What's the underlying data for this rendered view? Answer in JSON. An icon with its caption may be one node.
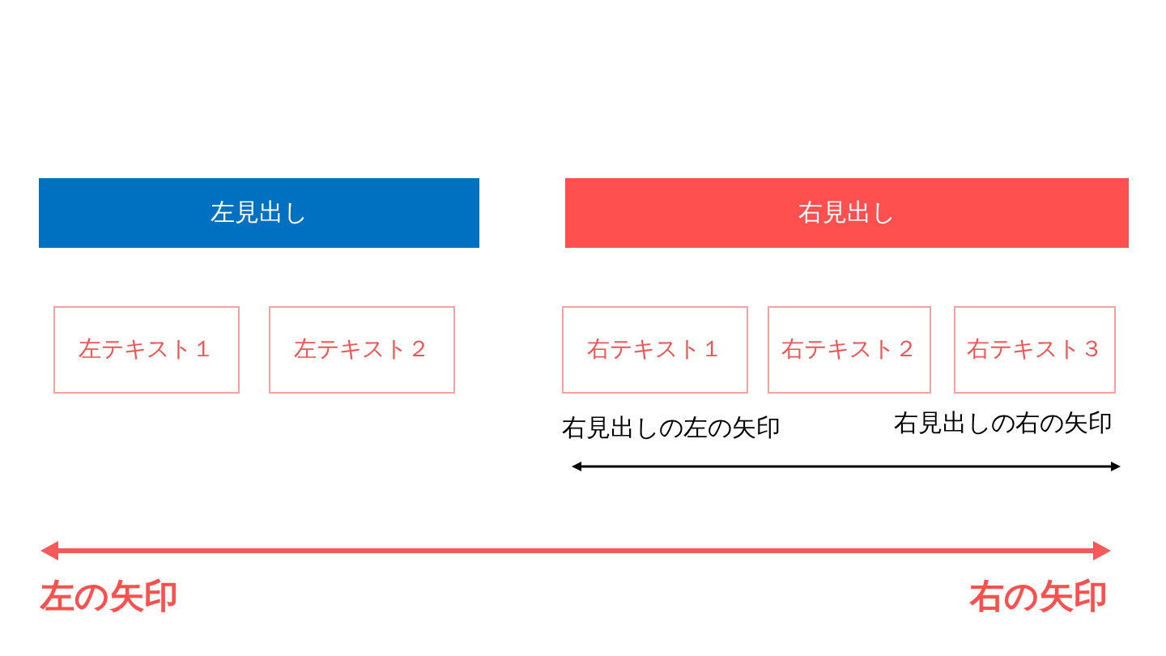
{
  "diagram": {
    "nodes": [
      {
        "text": [
          "左見出し"
        ]
      },
      {
        "text": [
          "右見出し"
        ]
      },
      {
        "text": [
          "左テキスト１"
        ]
      },
      {
        "text": [
          "左テキスト２"
        ]
      },
      {
        "text": [
          "右テキスト１"
        ]
      },
      {
        "text": [
          "右テキスト２"
        ]
      },
      {
        "text": [
          "右テキスト３"
        ]
      }
    ],
    "labels": [
      "右見出しの左の矢印",
      "右見出しの右の矢印",
      "左の矢印",
      "右の矢印"
    ]
  }
}
